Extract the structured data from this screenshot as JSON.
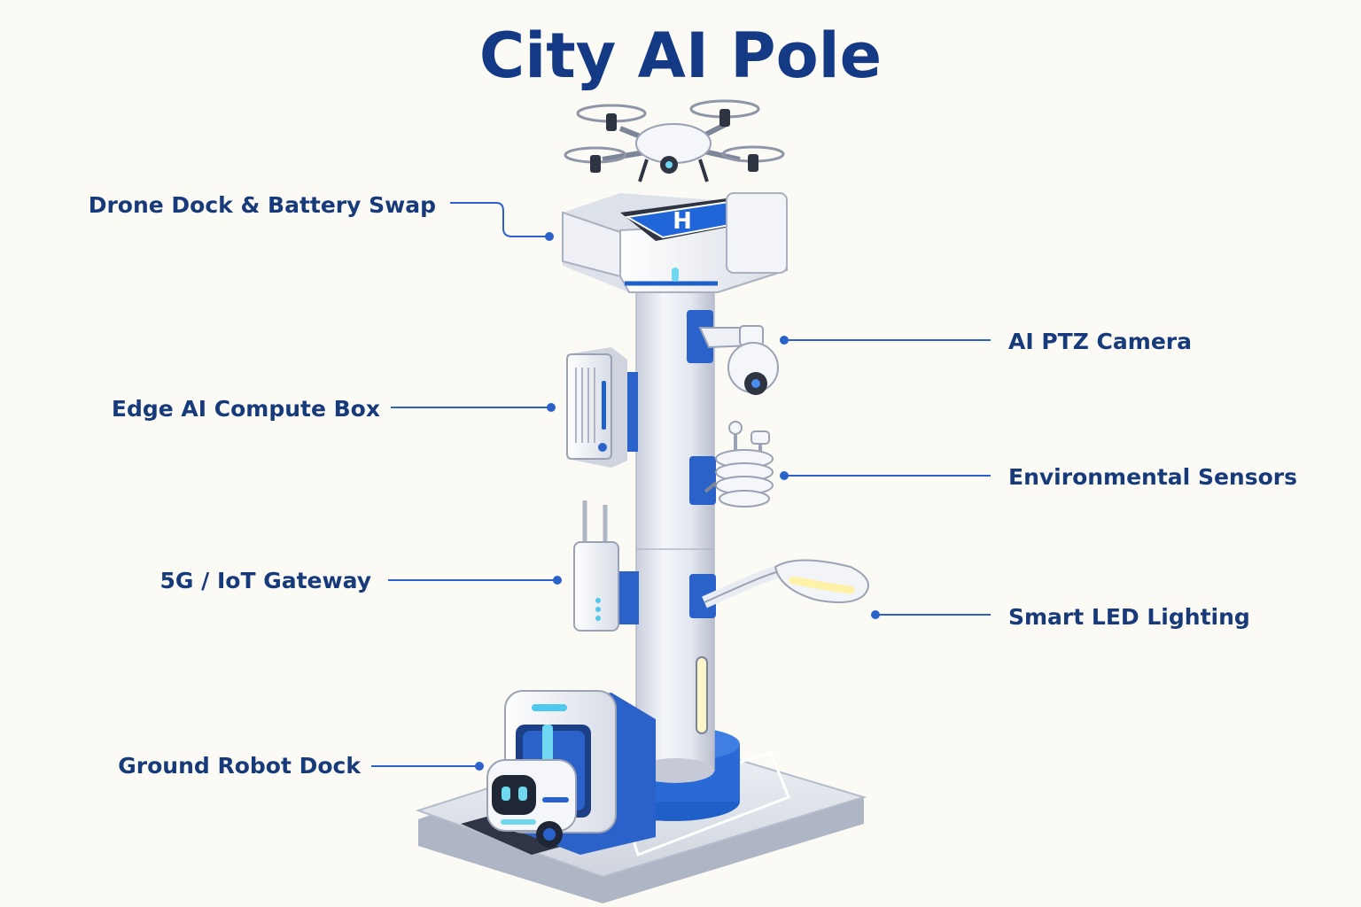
{
  "title": "City AI Pole",
  "callouts": {
    "drone_dock": "Drone Dock & Battery Swap",
    "edge_compute": "Edge AI Compute Box",
    "gateway": "5G / IoT Gateway",
    "robot_dock": "Ground Robot Dock",
    "ptz_camera": "AI PTZ Camera",
    "env_sensors": "Environmental Sensors",
    "led_lighting": "Smart LED Lighting"
  },
  "landing_pad_mark": "H",
  "colors": {
    "title": "#143a86",
    "label": "#173a7a",
    "accent": "#1f5fc8",
    "leader": "#2a62c9",
    "pole": "#e6e9f0",
    "glow": "#6fd8f0"
  }
}
